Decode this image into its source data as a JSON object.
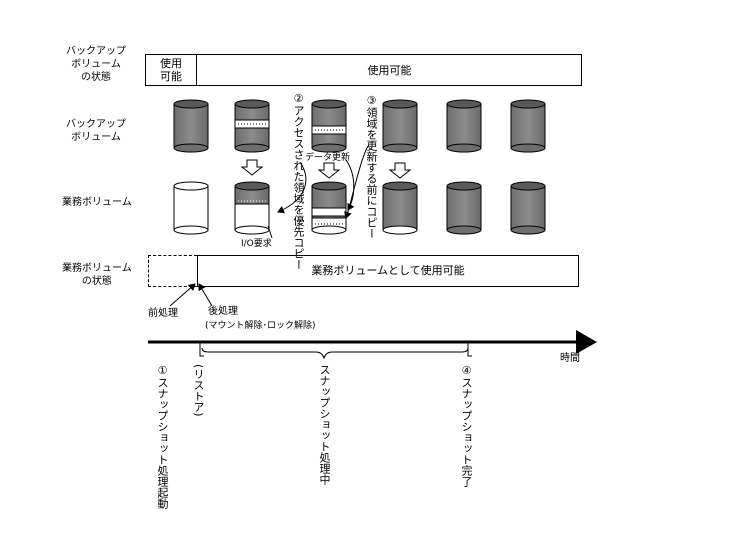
{
  "rows": {
    "backup_state_label": [
      "バックアップ",
      "ボリューム",
      "の状態"
    ],
    "backup_volume_label": [
      "バックアップ",
      "ボリューム"
    ],
    "business_volume_label": "業務ボリューム",
    "business_state_label": [
      "業務ボリューム",
      "の状態"
    ]
  },
  "backup_state_bar": {
    "cell1": [
      "使用",
      "可能"
    ],
    "cell2": "使用可能"
  },
  "business_state_bar": {
    "text": "業務ボリュームとして使用可能"
  },
  "annotations": {
    "step2": "②アクセスされた領域を優先コピー",
    "step3": "③領域を更新する前にコピー",
    "data_update": "データ更新",
    "io_request": "I/O要求",
    "pre_process": "前処理",
    "post_process": "後処理",
    "post_process_detail": "(マウント解除･ロック解除)"
  },
  "timeline": {
    "axis_label": "時間",
    "step1": "①スナップショット処理起動",
    "restore": "(リストア)",
    "during": "スナップショット処理中",
    "step4": "④スナップショット完了"
  }
}
